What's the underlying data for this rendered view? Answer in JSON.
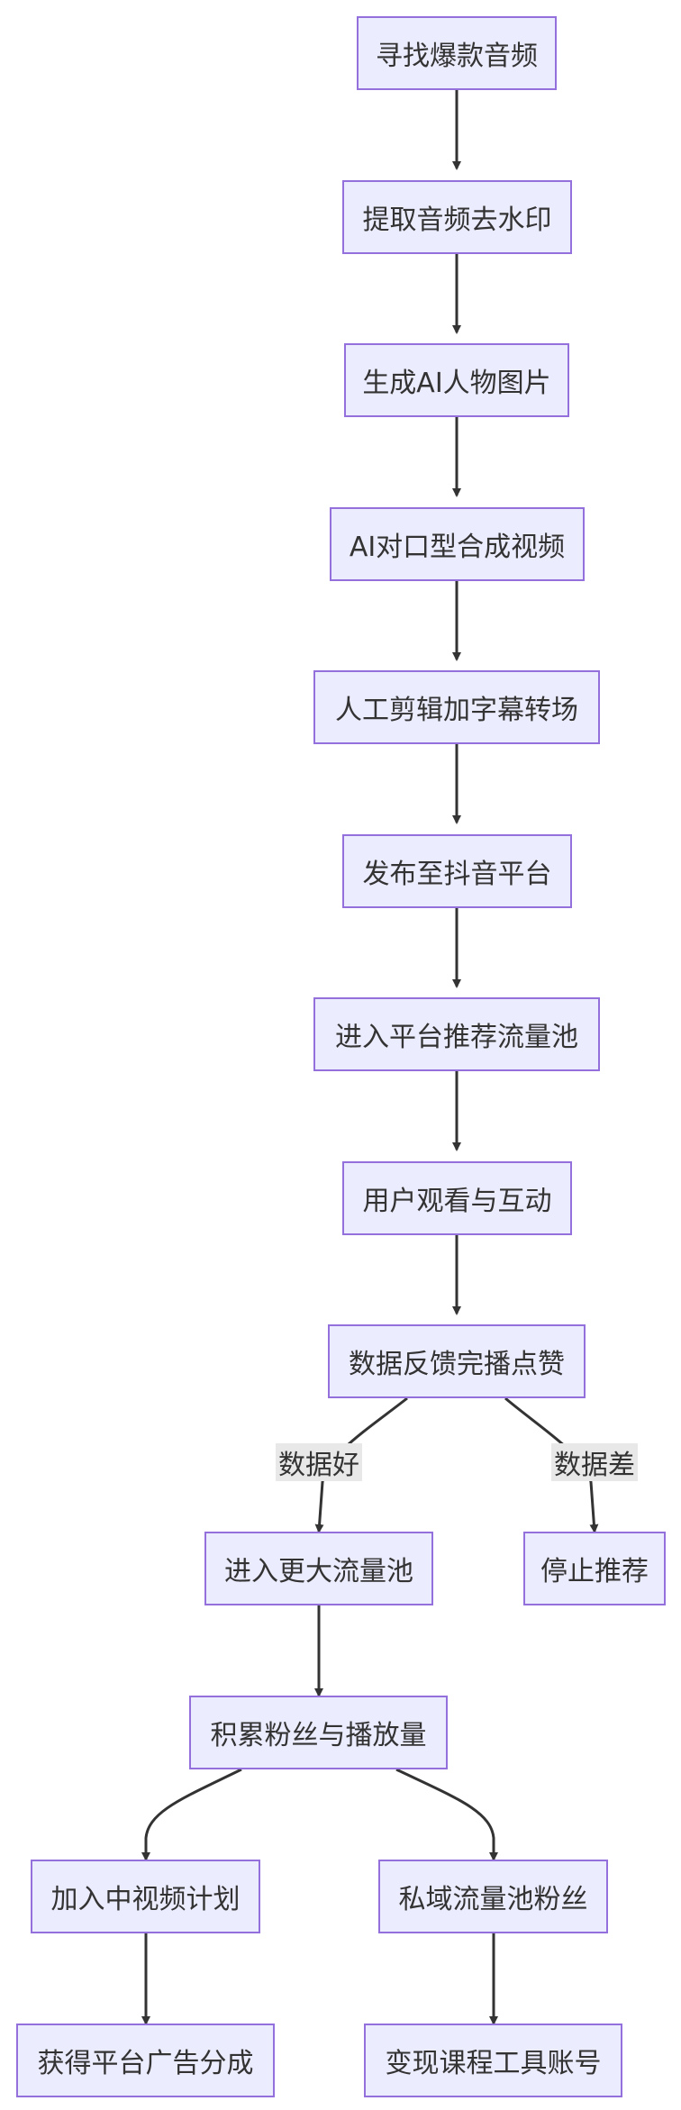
{
  "nodes": {
    "find_audio": "寻找爆款音频",
    "extract_audio": "提取音频去水印",
    "gen_image": "生成AI人物图片",
    "lip_sync": "AI对口型合成视频",
    "edit": "人工剪辑加字幕转场",
    "publish": "发布至抖音平台",
    "rec_pool": "进入平台推荐流量池",
    "user_watch": "用户观看与互动",
    "data_feedback": "数据反馈完播点赞",
    "bigger_pool": "进入更大流量池",
    "stop_rec": "停止推荐",
    "accumulate": "积累粉丝与播放量",
    "mid_video": "加入中视频计划",
    "private_pool": "私域流量池粉丝",
    "ad_revenue": "获得平台广告分成",
    "monetize": "变现课程工具账号"
  },
  "edge_labels": {
    "good": "数据好",
    "bad": "数据差"
  },
  "colors": {
    "node_fill": "#ececff",
    "node_border": "#9370db",
    "edge": "#333333",
    "label_bg": "#e8e8e8",
    "text": "#333333"
  }
}
